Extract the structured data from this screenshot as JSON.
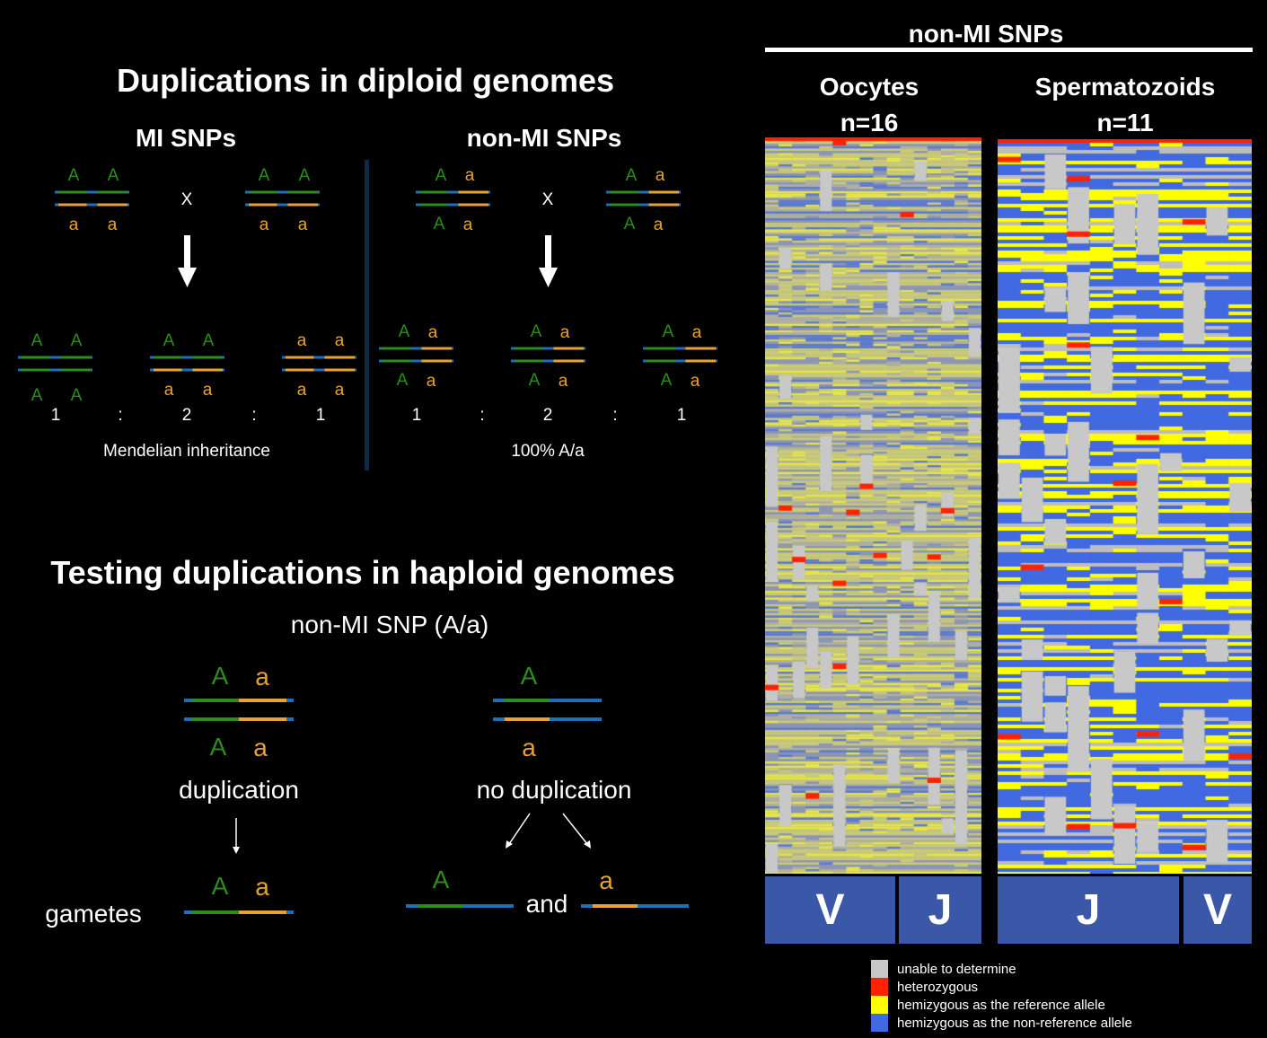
{
  "colors": {
    "A_allele": "#2e8b1e",
    "a_allele": "#e8a230",
    "chromosome": "#1f6fb8",
    "box": "#3b58a8",
    "unable": "#c8c8c8",
    "heterozygous": "#ff2200",
    "hemi_ref": "#ffff00",
    "hemi_nonref": "#4169e1"
  },
  "diploid": {
    "title": "Duplications in diploid genomes",
    "mi": {
      "title": "MI SNPs",
      "cross": "X",
      "ratio": [
        "1",
        ":",
        "2",
        ":",
        "1"
      ],
      "caption": "Mendelian inheritance"
    },
    "nonmi": {
      "title": "non-MI SNPs",
      "cross": "X",
      "ratio": [
        "1",
        ":",
        "2",
        ":",
        "1"
      ],
      "caption": "100%  A/a"
    },
    "allele_upper": "A",
    "allele_lower": "a"
  },
  "haploid": {
    "title": "Testing duplications in haploid genomes",
    "subtitle": "non-MI SNP (A/a)",
    "duplication": "duplication",
    "no_duplication": "no duplication",
    "gametes": "gametes",
    "and": "and"
  },
  "heatmap": {
    "title": "non-MI SNPs",
    "oocytes": {
      "label": "Oocytes",
      "n": "n=16",
      "segments": [
        "V",
        "J"
      ]
    },
    "sperm": {
      "label": "Spermatozoids",
      "n": "n=11",
      "segments": [
        "J",
        "V"
      ]
    }
  },
  "legend": [
    {
      "label": "unable to determine",
      "color": "#c8c8c8"
    },
    {
      "label": "heterozygous",
      "color": "#ff2200"
    },
    {
      "label": "hemizygous as the reference allele",
      "color": "#ffff00"
    },
    {
      "label": "hemizygous as the non-reference allele",
      "color": "#4169e1"
    }
  ]
}
